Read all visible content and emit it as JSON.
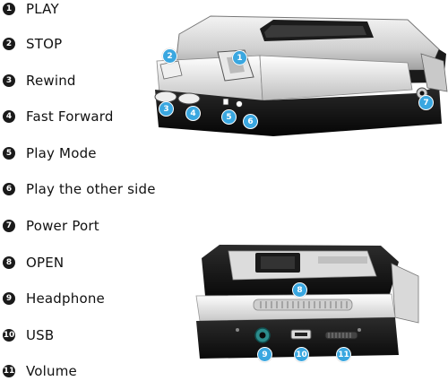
{
  "legend": {
    "items": [
      {
        "num": "1",
        "label": "PLAY"
      },
      {
        "num": "2",
        "label": "STOP"
      },
      {
        "num": "3",
        "label": "Rewind"
      },
      {
        "num": "4",
        "label": "Fast Forward"
      },
      {
        "num": "5",
        "label": "Play Mode"
      },
      {
        "num": "6",
        "label": "Play the other side"
      },
      {
        "num": "7",
        "label": "Power Port"
      },
      {
        "num": "8",
        "label": "OPEN"
      },
      {
        "num": "9",
        "label": "Headphone"
      },
      {
        "num": "10",
        "label": "USB"
      },
      {
        "num": "11",
        "label": "Volume"
      }
    ]
  },
  "photo_top": {
    "callouts": [
      "1",
      "2",
      "3",
      "4",
      "5",
      "6",
      "7"
    ]
  },
  "photo_bottom": {
    "callouts": [
      "8",
      "9",
      "10",
      "11"
    ]
  },
  "colors": {
    "legend_circle": "#1a1a1a",
    "callout": "#3aa7e0",
    "body_silver": "#d9d9d9",
    "body_black": "#111111"
  }
}
